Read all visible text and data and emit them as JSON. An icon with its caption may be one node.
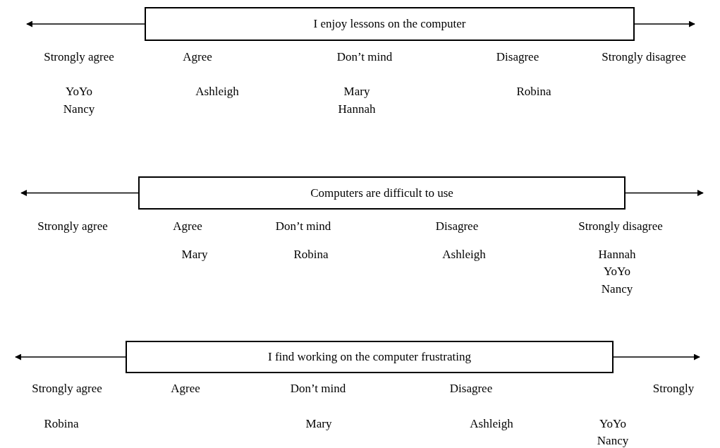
{
  "diagram": {
    "nodes": [
      {
        "text": [
          "I enjoy lessons on the computer"
        ]
      },
      {
        "text": [
          "Computers are difficult to use"
        ]
      },
      {
        "text": [
          "I find working on the computer frustrating"
        ]
      }
    ],
    "edges": [
      {
        "from": 0,
        "to": null,
        "arrow": "to"
      },
      {
        "from": 0,
        "to": null,
        "arrow": "to"
      },
      {
        "from": 1,
        "to": null,
        "arrow": "to"
      },
      {
        "from": 1,
        "to": null,
        "arrow": "to"
      },
      {
        "from": 2,
        "to": null,
        "arrow": "to"
      },
      {
        "from": 2,
        "to": null,
        "arrow": "to"
      }
    ],
    "labels": [
      "Strongly agree",
      "Agree",
      "Don’t mind",
      "Disagree",
      "Strongly disagree",
      "YoYo",
      "Ashleigh",
      "Mary",
      "Robina",
      "Nancy",
      "Hannah",
      "Strongly agree",
      "Agree",
      "Don’t mind",
      "Disagree",
      "Strongly disagree",
      "Mary",
      "Robina",
      "Ashleigh",
      "Hannah",
      "YoYo",
      "Nancy",
      "Strongly agree",
      "Agree",
      "Don’t mind",
      "Disagree",
      "Strongly",
      "Robina",
      "Mary",
      "Ashleigh",
      "YoYo",
      "Nancy"
    ]
  }
}
